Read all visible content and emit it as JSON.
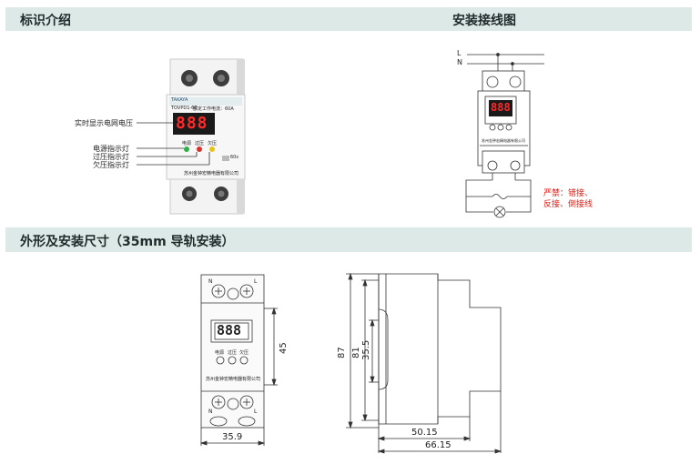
{
  "sections": {
    "identification": "标识介绍",
    "wiring": "安装接线图",
    "dimensions": "外形及安装尺寸（35mm 导轨安装）"
  },
  "device": {
    "display": "888",
    "brand": "TAKAYA",
    "model": "TOVPD1-60",
    "rated": "额定工作电流：60A",
    "indicators": [
      "电源",
      "过压",
      "欠压"
    ],
    "manufacturer": "苏州金钟宏精电器有限公司",
    "terminal_marks": [
      "N",
      "L"
    ],
    "toggle_label": "60s"
  },
  "callouts": {
    "voltage_display": "实时显示电网电压",
    "power_led": "电源指示灯",
    "overvoltage_led": "过压指示灯",
    "undervoltage_led": "欠压指示灯"
  },
  "wiring": {
    "line_L": "L",
    "line_N": "N",
    "warning_line1": "严禁：错接、",
    "warning_line2": "反接、倒接线"
  },
  "dimensions": {
    "front_height_window": "45",
    "front_width": "35.9",
    "side_height_total": "87",
    "side_height_body": "81",
    "side_rail": "35.5",
    "side_depth_inner": "50.15",
    "side_depth_total": "66.15"
  },
  "colors": {
    "band": "#dde9e6",
    "led_green": "#2fae4a",
    "led_red": "#d9302a",
    "led_yellow": "#e8c417",
    "display_red": "#ff2a2a",
    "warning": "#e0211a"
  }
}
